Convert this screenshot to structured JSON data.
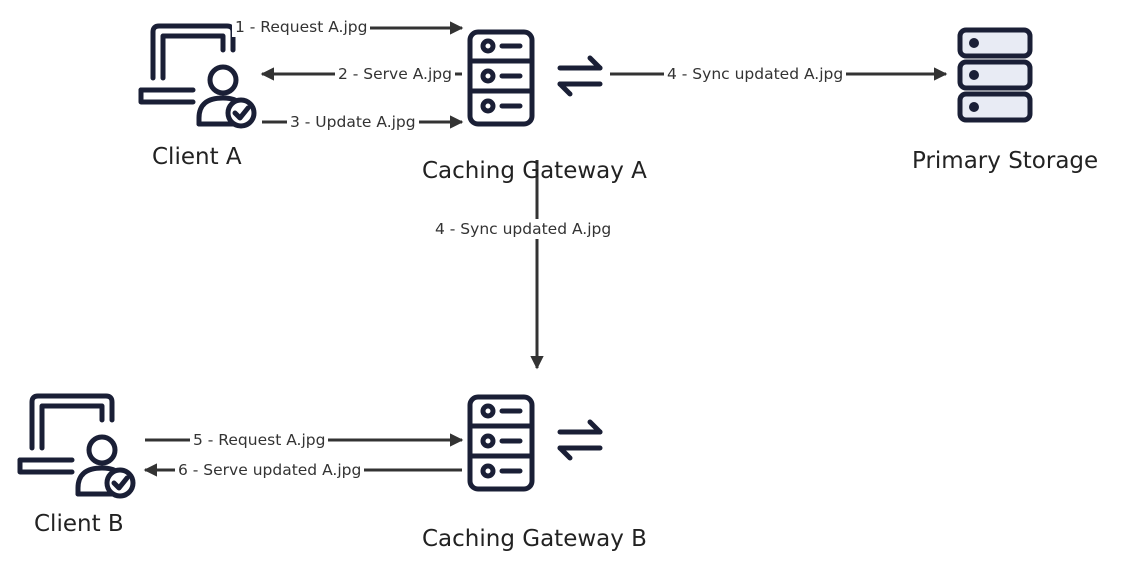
{
  "colors": {
    "line": "#333333",
    "icon": "#1a1f36",
    "storage_fill": "#e8ebf4",
    "text": "#222222"
  },
  "nodes": {
    "client_a": {
      "label": "Client A",
      "icon": "user-computer-icon"
    },
    "gateway_a": {
      "label": "Caching Gateway A",
      "icon": "server-icon"
    },
    "primary": {
      "label": "Primary Storage",
      "icon": "storage-server-icon"
    },
    "client_b": {
      "label": "Client B",
      "icon": "user-computer-icon"
    },
    "gateway_b": {
      "label": "Caching Gateway B",
      "icon": "server-icon"
    }
  },
  "edges": {
    "e1": "1 - Request A.jpg",
    "e2": "2 - Serve A.jpg",
    "e3": "3 - Update A.jpg",
    "e4a": "4 - Sync updated A.jpg",
    "e4b": "4 - Sync updated A.jpg",
    "e5": "5 - Request A.jpg",
    "e6": "6 - Serve updated A.jpg"
  }
}
